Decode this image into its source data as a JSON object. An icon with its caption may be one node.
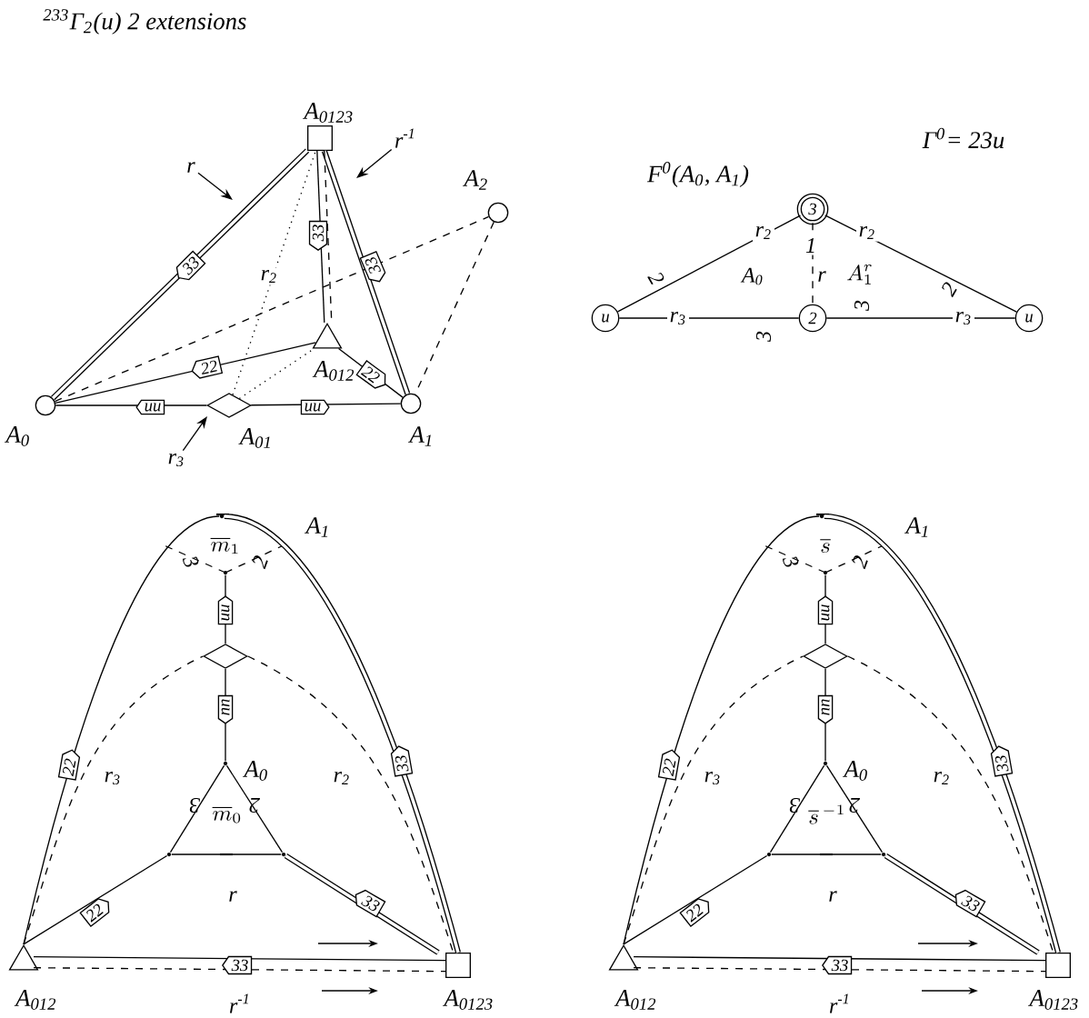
{
  "diagram": {
    "title": "$^{233}$Γ$_{2}$(u)  2 extensions",
    "nodes": [
      {
        "text": [],
        "shape": "circle",
        "beside": [
          "A$_{0}$"
        ]
      },
      {
        "text": [],
        "shape": "box",
        "beside": [
          "A$_{0123}$"
        ]
      },
      {
        "text": [],
        "shape": "circle",
        "beside": [
          "A$_{1}$"
        ]
      },
      {
        "text": [],
        "shape": "circle",
        "beside": [
          "A$_{2}$"
        ]
      },
      {
        "text": [],
        "shape": "triangle",
        "beside": [
          "A$_{012}$"
        ]
      },
      {
        "text": [],
        "shape": "diamond",
        "beside": [
          "A$_{01}$"
        ]
      },
      {
        "text": [
          "r"
        ]
      },
      {
        "text": [
          "r$^{-1}$"
        ]
      },
      {
        "text": [
          "r$_{3}$"
        ]
      },
      {
        "text": [
          "3"
        ]
      },
      {
        "text": [
          "u"
        ]
      },
      {
        "text": [
          "2"
        ]
      },
      {
        "text": [
          "u"
        ]
      },
      {
        "text": [],
        "shape": "triangle",
        "beside": [
          "A$_{012}$"
        ]
      },
      {
        "text": [],
        "shape": "box",
        "beside": [
          "A$_{0123}$"
        ]
      },
      {
        "text": [],
        "shape": "point",
        "beside": [
          "A$_{1}$"
        ]
      },
      {
        "text": [],
        "shape": "point"
      },
      {
        "text": [],
        "shape": "diamond"
      },
      {
        "text": [],
        "shape": "point",
        "beside": [
          "A$_{0}$"
        ]
      },
      {
        "text": [],
        "shape": "point"
      },
      {
        "text": [],
        "shape": "point"
      },
      {
        "text": [],
        "shape": "triangle",
        "beside": [
          "A$_{012}$"
        ]
      },
      {
        "text": [],
        "shape": "box",
        "beside": [
          "A$_{0123}$"
        ]
      },
      {
        "text": [],
        "shape": "point",
        "beside": [
          "A$_{1}$"
        ]
      },
      {
        "text": [],
        "shape": "point"
      },
      {
        "text": [],
        "shape": "diamond"
      },
      {
        "text": [],
        "shape": "point",
        "beside": [
          "A$_{0}$"
        ]
      },
      {
        "text": [],
        "shape": "point"
      },
      {
        "text": [],
        "shape": "point"
      }
    ],
    "edges": [
      {
        "from": 0,
        "to": 1,
        "arrow": "none",
        "style": "thick",
        "label": "33"
      },
      {
        "from": 1,
        "to": 2,
        "arrow": "none",
        "style": "thick",
        "label": "33"
      },
      {
        "from": 1,
        "to": 4,
        "arrow": "none",
        "label": "33"
      },
      {
        "from": 1,
        "to": 4,
        "arrow": "none",
        "style": "dashed"
      },
      {
        "from": 0,
        "to": 4,
        "arrow": "none",
        "label": "22"
      },
      {
        "from": 4,
        "to": 2,
        "arrow": "none",
        "label": "22"
      },
      {
        "from": 0,
        "to": 5,
        "arrow": "none",
        "label": "uu"
      },
      {
        "from": 5,
        "to": 2,
        "arrow": "none",
        "label": "uu"
      },
      {
        "from": 0,
        "to": 3,
        "arrow": "none",
        "style": "dashed"
      },
      {
        "from": 3,
        "to": 2,
        "arrow": "none",
        "style": "dashed"
      },
      {
        "from": 5,
        "to": 1,
        "arrow": "none",
        "style": "dashed",
        "label": "r$_{2}$"
      },
      {
        "from": 5,
        "to": 4,
        "arrow": "none",
        "style": "dashed"
      },
      {
        "from": 6,
        "to": null,
        "arrow": "to"
      },
      {
        "from": 7,
        "to": null,
        "arrow": "to"
      },
      {
        "from": 8,
        "to": null,
        "arrow": "to"
      },
      {
        "from": 9,
        "to": 10,
        "arrow": "none",
        "label": "r$_{2}$"
      },
      {
        "from": 9,
        "to": 11,
        "arrow": "none",
        "style": "dashed",
        "label": "1"
      },
      {
        "from": 9,
        "to": 12,
        "arrow": "none",
        "label": "r$_{2}$"
      },
      {
        "from": 10,
        "to": 11,
        "arrow": "none",
        "label": "r$_{3}$"
      },
      {
        "from": 11,
        "to": 12,
        "arrow": "none",
        "label": "r$_{3}$"
      },
      {
        "from": 13,
        "to": 15,
        "arrow": "none",
        "label": "22"
      },
      {
        "from": 15,
        "to": 14,
        "arrow": "none",
        "style": "thick",
        "label": "33"
      },
      {
        "from": 13,
        "to": 17,
        "arrow": "none",
        "style": "dashed",
        "label": "r$_{3}$"
      },
      {
        "from": 17,
        "to": 14,
        "arrow": "none",
        "style": "dashed",
        "label": "r$_{2}$"
      },
      {
        "from": 16,
        "to": 17,
        "arrow": "none",
        "label": "uu"
      },
      {
        "from": 17,
        "to": 18,
        "arrow": "none",
        "label": "uu"
      },
      {
        "from": 18,
        "to": 19,
        "arrow": "none"
      },
      {
        "from": 18,
        "to": 20,
        "arrow": "none"
      },
      {
        "from": 19,
        "to": 20,
        "arrow": "none"
      },
      {
        "from": 19,
        "to": 13,
        "arrow": "none",
        "label": "22"
      },
      {
        "from": 20,
        "to": 14,
        "arrow": "none",
        "style": "thick",
        "label": "33"
      },
      {
        "from": 14,
        "to": 13,
        "arrow": "none",
        "label": "33"
      },
      {
        "from": 13,
        "to": 14,
        "arrow": "none",
        "style": "dashed",
        "label": "r$^{-1}$"
      },
      {
        "from": 21,
        "to": 23,
        "arrow": "none",
        "label": "22"
      },
      {
        "from": 23,
        "to": 22,
        "arrow": "none",
        "style": "thick",
        "label": "33"
      },
      {
        "from": 21,
        "to": 25,
        "arrow": "none",
        "style": "dashed",
        "label": "r$_{3}$"
      },
      {
        "from": 25,
        "to": 22,
        "arrow": "none",
        "style": "dashed",
        "label": "r$_{2}$"
      },
      {
        "from": 24,
        "to": 25,
        "arrow": "none",
        "label": "uu"
      },
      {
        "from": 25,
        "to": 26,
        "arrow": "none",
        "label": "uu"
      },
      {
        "from": 26,
        "to": 27,
        "arrow": "none"
      },
      {
        "from": 26,
        "to": 28,
        "arrow": "none"
      },
      {
        "from": 27,
        "to": 28,
        "arrow": "none"
      },
      {
        "from": 27,
        "to": 21,
        "arrow": "none",
        "label": "22"
      },
      {
        "from": 28,
        "to": 22,
        "arrow": "none",
        "style": "thick",
        "label": "33"
      },
      {
        "from": 22,
        "to": 21,
        "arrow": "none",
        "label": "33"
      },
      {
        "from": 21,
        "to": 22,
        "arrow": "none",
        "style": "dashed",
        "label": "r$^{-1}$"
      }
    ],
    "labels": [
      "F$^{0}$(A$_{0}$, A$_{1}$)",
      "Γ$^{0}$= 23u",
      "A$_{0}$",
      "r",
      "A^{r}_{1}",
      "2",
      "3",
      "3",
      "2",
      "\\overline{m}_{1}",
      "3",
      "2",
      "3",
      "2",
      "\\overline{m}_{0}",
      "r",
      "\\overline{s}",
      "3",
      "2",
      "3",
      "2",
      "\\overline{s}^{\\,-1}",
      "r"
    ]
  }
}
